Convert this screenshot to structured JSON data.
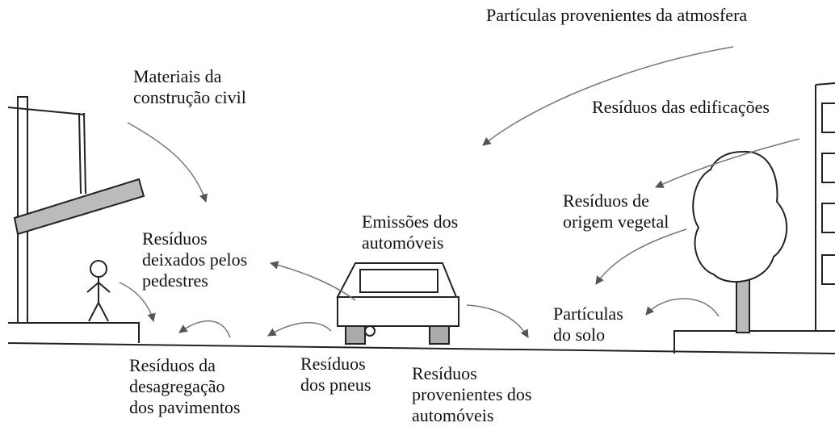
{
  "labels": {
    "atmosphere": [
      "Partículas provenientes da atmosfera"
    ],
    "construction": [
      "Materiais da",
      "construção civil"
    ],
    "buildings": [
      "Resíduos das edificações"
    ],
    "vegetal": [
      "Resíduos de",
      "origem vegetal"
    ],
    "emissions": [
      "Emissões dos",
      "automóveis"
    ],
    "pedestrians": [
      "Resíduos",
      "deixados pelos",
      "pedestres"
    ],
    "soil": [
      "Partículas",
      "do solo"
    ],
    "pavement": [
      "Resíduos da",
      "desagregação",
      "dos pavimentos"
    ],
    "tires": [
      "Resíduos",
      "dos pneus"
    ],
    "vehicles": [
      "Resíduos",
      "provenientes dos",
      "automóveis"
    ]
  },
  "colors": {
    "line": "#222222",
    "arrow": "#666666",
    "fill": "#bbbbbb"
  }
}
